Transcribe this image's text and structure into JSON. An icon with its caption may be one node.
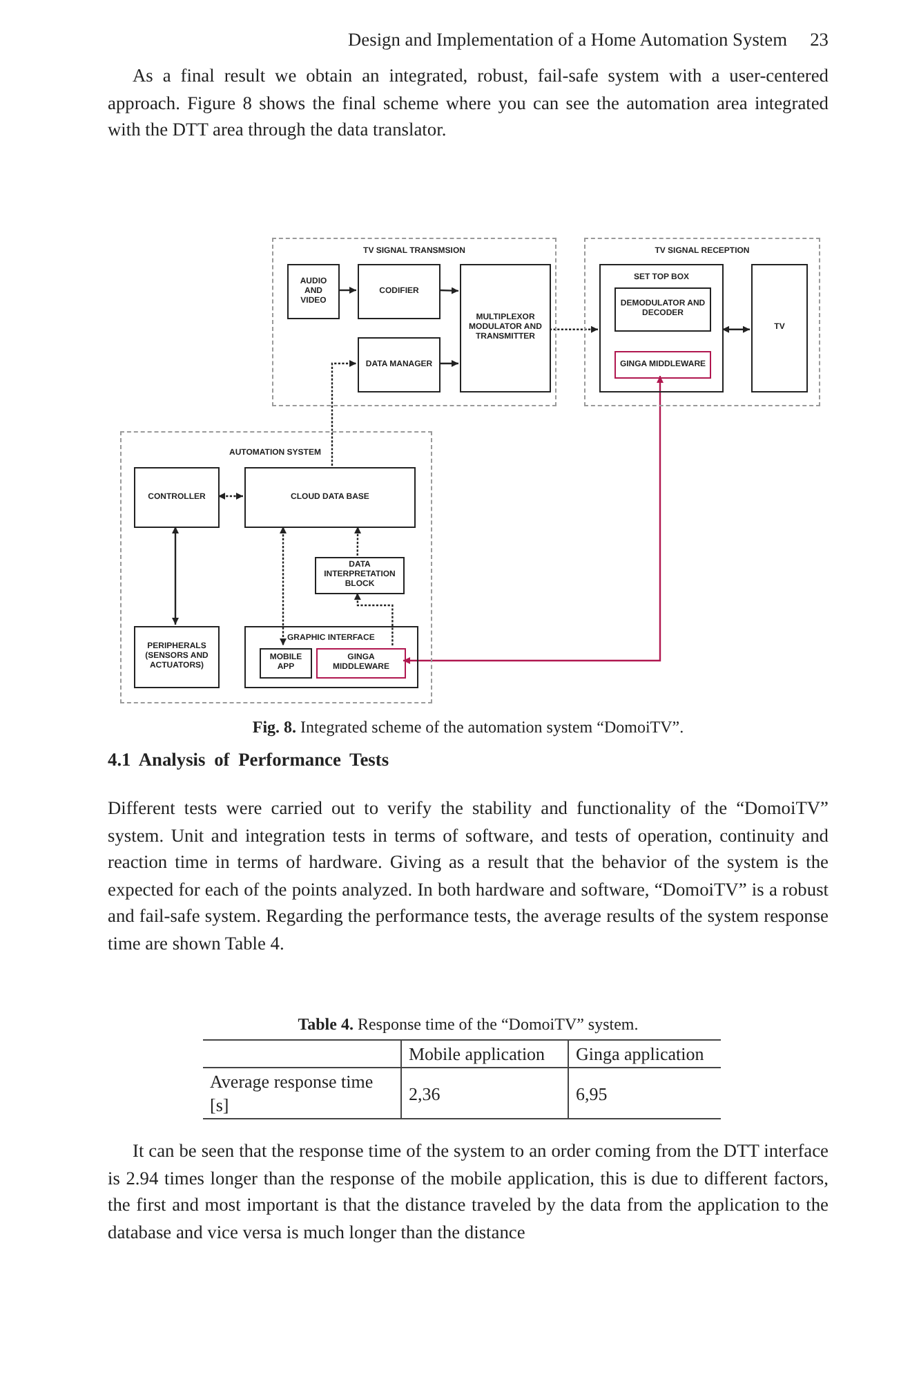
{
  "diagram": {
    "caption": "**Fig. 8.** Integrated scheme of the automation system “DomoiTV”.",
    "nodes": [
      {
        "text": [
          "TV SIGNAL TRANSMSION"
        ]
      },
      {
        "text": [
          "AUDIO AND VIDEO"
        ],
        "in": 0
      },
      {
        "text": [
          "CODIFIER"
        ],
        "in": 0
      },
      {
        "text": [
          "DATA MANAGER"
        ],
        "in": 0
      },
      {
        "text": [
          "MULTIPLEXOR MODULATOR AND TRANSMITTER"
        ],
        "in": 0
      },
      {
        "text": [
          "TV SIGNAL RECEPTION"
        ]
      },
      {
        "text": [
          "SET TOP BOX"
        ],
        "in": 5
      },
      {
        "text": [
          "DEMODULATOR AND DECODER"
        ],
        "in": 6
      },
      {
        "text": [
          "GINGA MIDDLEWARE"
        ],
        "in": 6
      },
      {
        "text": [
          "TV"
        ],
        "in": 5
      },
      {
        "text": [
          "AUTOMATION SYSTEM"
        ]
      },
      {
        "text": [
          "CONTROLLER"
        ],
        "in": 10
      },
      {
        "text": [
          "CLOUD DATA BASE"
        ],
        "in": 10
      },
      {
        "text": [
          "DATA INTERPRETATION BLOCK"
        ],
        "in": 10
      },
      {
        "text": [
          "PERIPHERALS (SENSORS AND ACTUATORS)"
        ],
        "in": 10
      },
      {
        "text": [
          "GRAPHIC INTERFACE"
        ],
        "in": 10
      },
      {
        "text": [
          "MOBILE APP"
        ],
        "in": 15
      },
      {
        "text": [
          "GINGA MIDDLEWARE"
        ],
        "in": 15
      }
    ],
    "edges": [
      {
        "from": 1,
        "to": 2,
        "arrow": "to"
      },
      {
        "from": 2,
        "to": 4,
        "arrow": "to"
      },
      {
        "from": 3,
        "to": 4,
        "arrow": "to"
      },
      {
        "from": 4,
        "to": 6,
        "arrow": "to",
        "style": "dashed"
      },
      {
        "from": 6,
        "to": 9,
        "arrow": "both"
      },
      {
        "from": 12,
        "to": 3,
        "arrow": "to",
        "style": "dashed"
      },
      {
        "from": 11,
        "to": 12,
        "arrow": "both",
        "style": "dashed"
      },
      {
        "from": 11,
        "to": 14,
        "arrow": "both"
      },
      {
        "from": 12,
        "to": 16,
        "arrow": "both",
        "style": "dashed"
      },
      {
        "from": 17,
        "to": 13,
        "arrow": "to",
        "style": "dashed"
      },
      {
        "from": 13,
        "to": 12,
        "arrow": "to",
        "style": "dashed"
      },
      {
        "from": 17,
        "to": 8,
        "arrow": "both",
        "color": "#b0174f"
      }
    ],
    "labels": [
      "Design and Implementation of a Home Automation System",
      "23",
      "As a final result we obtain an integrated, robust, fail-safe system with a user-centered approach. Figure 8 shows the final scheme where you can see the automation area integrated with the DTT area through the data translator.",
      "4.1 Analysis of Performance Tests",
      "Different tests were carried out to verify the stability and functionality of the “DomoiTV” system. Unit and integration tests in terms of software, and tests of operation, continuity and reaction time in terms of hardware. Giving as a result that the behavior of the system is the expected for each of the points analyzed. In both hardware and software, “DomoiTV” is a robust and fail-safe system. Regarding the performance tests, the average results of the system response time are shown Table 4.",
      "**Table 4.** Response time of the “DomoiTV” system.",
      "Mobile application",
      "Ginga application",
      "Average response time [s]",
      "2,36",
      "6,95",
      "It can be seen that the response time of the system to an order coming from the DTT interface is 2.94 times longer than the response of the mobile application, this is due to different factors, the first and most important is that the distance traveled by the data from the application to the database and vice versa is much longer than the distance"
    ]
  }
}
